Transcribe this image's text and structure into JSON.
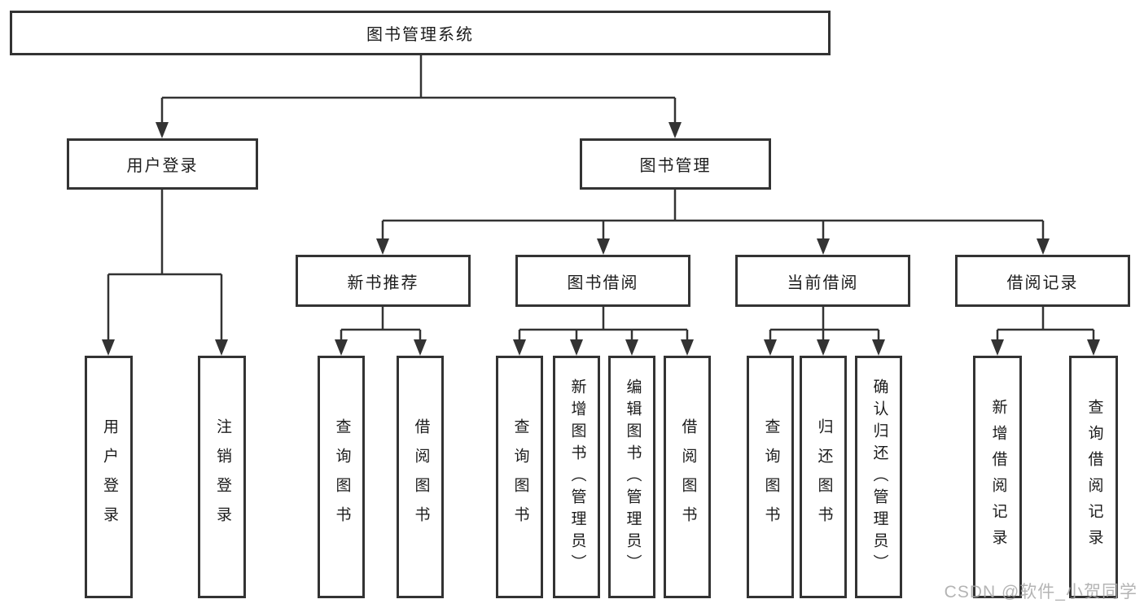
{
  "tree": {
    "root": {
      "label": "图书管理系统",
      "children": [
        {
          "label": "用户登录",
          "children": [
            {
              "label": "用户登录"
            },
            {
              "label": "注销登录"
            }
          ]
        },
        {
          "label": "图书管理",
          "children": [
            {
              "label": "新书推荐",
              "children": [
                {
                  "label": "查询图书"
                },
                {
                  "label": "借阅图书"
                }
              ]
            },
            {
              "label": "图书借阅",
              "children": [
                {
                  "label": "查询图书"
                },
                {
                  "label": "新增图书（管理员）"
                },
                {
                  "label": "编辑图书（管理员）"
                },
                {
                  "label": "借阅图书"
                }
              ]
            },
            {
              "label": "当前借阅",
              "children": [
                {
                  "label": "查询图书"
                },
                {
                  "label": "归还图书"
                },
                {
                  "label": "确认归还（管理员）"
                }
              ]
            },
            {
              "label": "借阅记录",
              "children": [
                {
                  "label": "新增借阅记录"
                },
                {
                  "label": "查询借阅记录"
                }
              ]
            }
          ]
        }
      ]
    }
  },
  "watermark": {
    "text": "CSDN @软件_小贺同学"
  },
  "colors": {
    "line": "#333333",
    "box_border": "#333333",
    "text": "#1c1c1c",
    "watermark_text": "#a8a8a8",
    "background": "#ffffff"
  }
}
